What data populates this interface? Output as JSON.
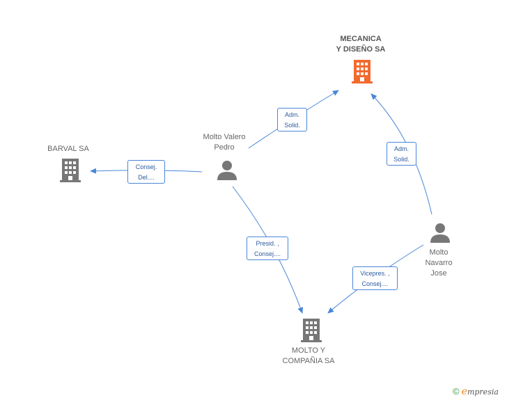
{
  "nodes": {
    "mecanica": {
      "line1": "MECANICA",
      "line2": "Y DISEÑO SA",
      "type": "company",
      "color": "#f26a2e"
    },
    "barval": {
      "line1": "BARVAL SA",
      "type": "company",
      "color": "#777777"
    },
    "molto_cia": {
      "line1": "MOLTO Y",
      "line2": "COMPAÑIA SA",
      "type": "company",
      "color": "#777777"
    },
    "pedro": {
      "line1": "Molto Valero",
      "line2": "Pedro",
      "type": "person",
      "color": "#777777"
    },
    "jose": {
      "line1": "Molto",
      "line2": "Navarro",
      "line3": "Jose",
      "type": "person",
      "color": "#777777"
    }
  },
  "edges": {
    "pedro_mecanica": {
      "line1": "Adm.",
      "line2": "Solid."
    },
    "jose_mecanica": {
      "line1": "Adm.",
      "line2": "Solid."
    },
    "pedro_barval": {
      "line1": "Consej.",
      "line2": "Del...."
    },
    "pedro_molto": {
      "line1": "Presid. ,",
      "line2": "Consej...."
    },
    "jose_molto": {
      "line1": "Vicepres. ,",
      "line2": "Consej...."
    }
  },
  "colors": {
    "edge": "#4a86d8",
    "highlight": "#f26a2e",
    "node": "#777777"
  },
  "footer": {
    "copyright": "©",
    "brand_first": "e",
    "brand_rest": "mpresia"
  }
}
